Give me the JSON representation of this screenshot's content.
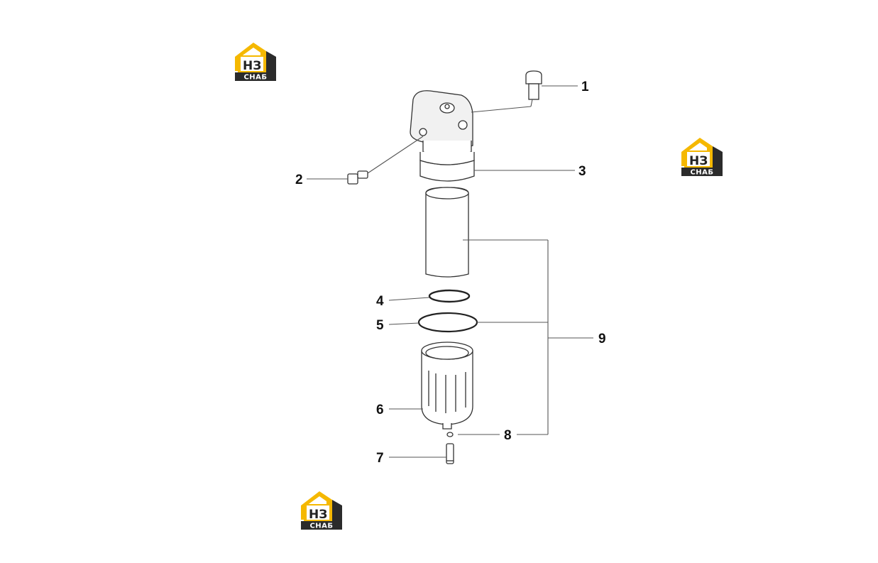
{
  "logo": {
    "letters": "НЗ",
    "caption": "СНАБ",
    "color_yellow": "#f5b800",
    "color_dark": "#2b2b2b"
  },
  "callouts": [
    "1",
    "2",
    "3",
    "4",
    "5",
    "6",
    "7",
    "8",
    "9"
  ],
  "colors": {
    "line": "#333333",
    "label": "#111111",
    "background": "#ffffff"
  }
}
